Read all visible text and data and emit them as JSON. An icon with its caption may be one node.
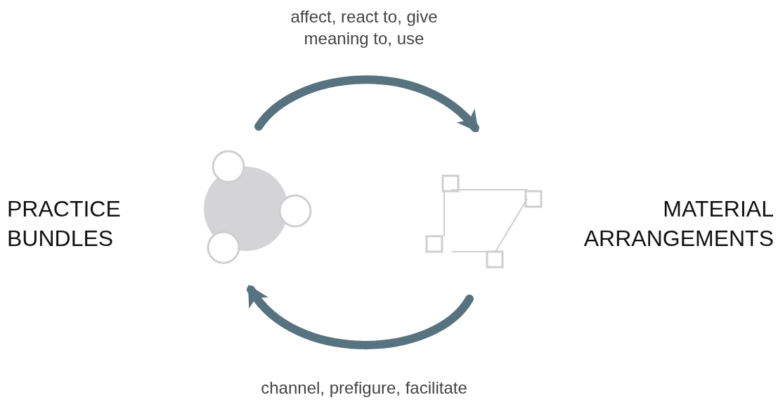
{
  "diagram": {
    "nodes": [
      {
        "text": [],
        "shape": "circle",
        "beside": [
          "PRACTICE BUNDLES"
        ]
      },
      {
        "text": [],
        "shape": "picture",
        "beside": [
          "MATERIAL ARRANGEMENTS"
        ]
      }
    ],
    "edges": [
      {
        "from": 0,
        "to": 1,
        "arrow": "to",
        "label": "affect, react to, give meaning to, use"
      },
      {
        "from": 1,
        "to": 0,
        "arrow": "to",
        "label": "channel, prefigure, facilitate"
      }
    ]
  }
}
